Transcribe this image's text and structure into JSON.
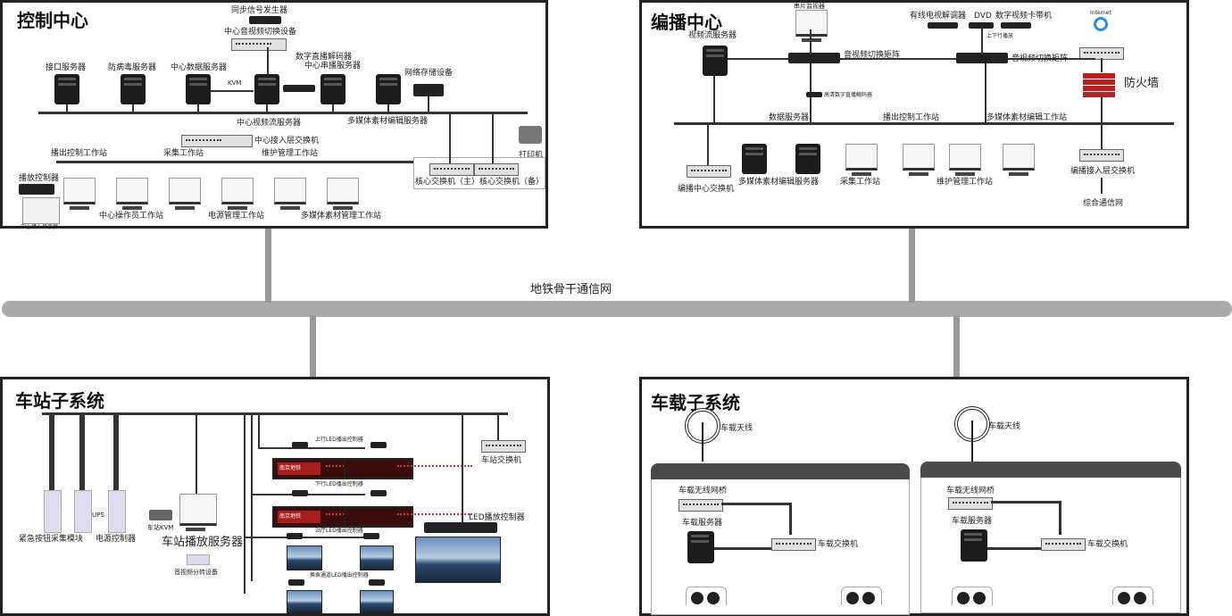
{
  "backbone": {
    "label": "地铁骨干通信网"
  },
  "control": {
    "title": "控制中心",
    "labels": {
      "sync": "同步信号发生器",
      "av_switch": "中心音视频切换设备",
      "interface": "接口服务器",
      "antivirus": "防病毒服务器",
      "data": "中心数据服务器",
      "kvm": "KVM",
      "decoder": "数字直播解码器",
      "ondemand": "中心串播服务器",
      "nas": "网络存储设备",
      "stream": "中心视频流服务器",
      "media_edit": "多媒体素材编辑服务器",
      "access_switch": "中心接入层交换机",
      "broadcast_ws": "播出控制工作站",
      "capture_ws": "采集工作站",
      "maint_ws": "维护管理工作站",
      "printer": "打印机",
      "play_ctrl": "播放控制器",
      "core_switch": "核心交换机（主）核心交换机（备）",
      "operator_ws": "中心操作员工作站",
      "power_ws": "电源管理工作站",
      "media_ws": "多媒体素材管理工作站",
      "screen": "中心接入显示屏"
    }
  },
  "edit": {
    "title": "编播中心",
    "labels": {
      "monitor": "串片监视器",
      "cable_decoder": "有线电视解调器",
      "dvd": "DVD",
      "tape": "数字视频卡带机",
      "internet": "Internet",
      "stream": "视频流服务器",
      "matrix1": "音视频切换矩阵",
      "matrix2": "音视频切换矩阵",
      "hd_decoder": "高清数字直播解码器",
      "firewall": "防火墙",
      "data": "数据服务器",
      "broadcast_ws": "播出控制工作站",
      "media_ws": "多媒体素材编辑工作站",
      "edit_switch": "编播中心交换机",
      "media_srv": "多媒体素材编辑服务器",
      "capture_ws": "采集工作站",
      "maint_ws": "维护管理工作站",
      "access_switch": "编播接入层交换机",
      "comm_net": "综合通信网",
      "tiny": "上下行播放"
    }
  },
  "station": {
    "title": "车站子系统",
    "labels": {
      "emergency": "紧急按钮采集模块",
      "ups": "UPS",
      "power_ctrl": "电源控制器",
      "kvm": "车站KVM",
      "play_srv": "车站播放服务器",
      "av_split": "音视频分转设备",
      "up_led": "上行LED播出控制器",
      "down_led": "下行LED播出控制器",
      "hall_led": "站厅LED播出控制器",
      "passage_led": "换乘通道LED播出控制器",
      "station_switch": "车站交换机",
      "led_ctrl": "LED播放控制器",
      "led_brand": "南京地铁"
    }
  },
  "vehicle": {
    "title": "车载子系统",
    "cars": [
      {
        "antenna": "车载天线",
        "bridge": "车载无线网桥",
        "server": "车载服务器",
        "switch": "车载交换机"
      },
      {
        "antenna": "车载天线",
        "bridge": "车载无线网桥",
        "server": "车载服务器",
        "switch": "车载交换机"
      }
    ]
  }
}
